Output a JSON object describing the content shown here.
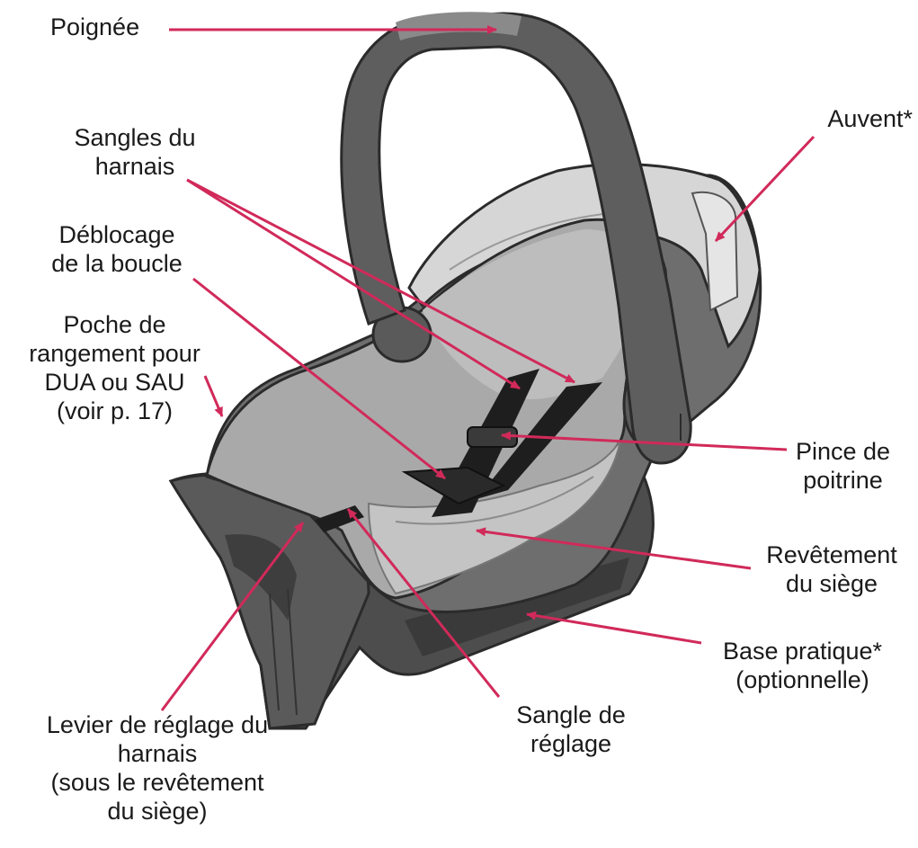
{
  "colors": {
    "arrow": "#d12a5a",
    "outline": "#2b2b2b",
    "shell_dark": "#4d4d4d",
    "shell_mid": "#6e6e6e",
    "pad": "#a9a9a9",
    "pad_light": "#c4c4c4",
    "canopy": "#d6d6d6",
    "strap": "#1e1e1e"
  },
  "labels": {
    "poignee": "Poignée",
    "auvent": "Auvent*",
    "sangles": "Sangles du\nharnais",
    "deblocage": "Déblocage\nde la boucle",
    "poche": "Poche de\nrangement pour\nDUA ou SAU\n(voir p. 17)",
    "pince": "Pince de\npoitrine",
    "revetement": "Revêtement\ndu siège",
    "base": "Base pratique*\n(optionnelle)",
    "levier": "Levier de réglage du\nharnais\n(sous le revêtement\ndu siège)",
    "sangle_reglage": "Sangle de\nréglage"
  }
}
